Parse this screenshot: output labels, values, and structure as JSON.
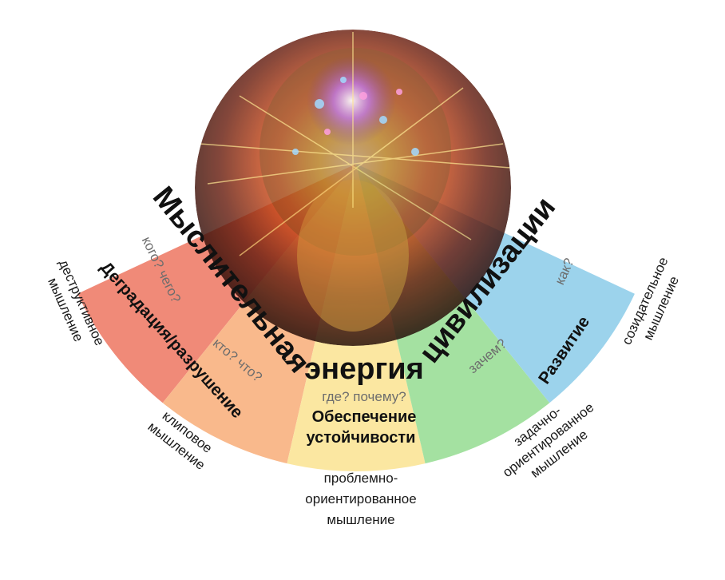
{
  "title": {
    "word1": "Мыслительная",
    "word2": "энергия",
    "word3": "цивилизации"
  },
  "segments": [
    {
      "question": "кого? чего?",
      "label": "Деградация/разрушение",
      "color": "#f08a78"
    },
    {
      "question": "кто? что?",
      "label": "",
      "color": "#f9b98c"
    },
    {
      "question": "где? почему?",
      "label_line1": "Обеспечение",
      "label_line2": "устойчивости",
      "color": "#fbe7a1"
    },
    {
      "question": "зачем?",
      "label": "Развитие",
      "color": "#a4e1a1"
    },
    {
      "question": "как?",
      "label": "",
      "color": "#9cd3ec"
    }
  ],
  "outer_labels": {
    "destructive": [
      "деструктивное",
      "мышление"
    ],
    "clip": [
      "клиповое",
      "мышление"
    ],
    "problem": [
      "проблемно-",
      "ориентированное",
      "мышление"
    ],
    "task": [
      "задачно-",
      "ориентированное",
      "мышление"
    ],
    "creative": [
      "созидательное",
      "мышление"
    ]
  }
}
